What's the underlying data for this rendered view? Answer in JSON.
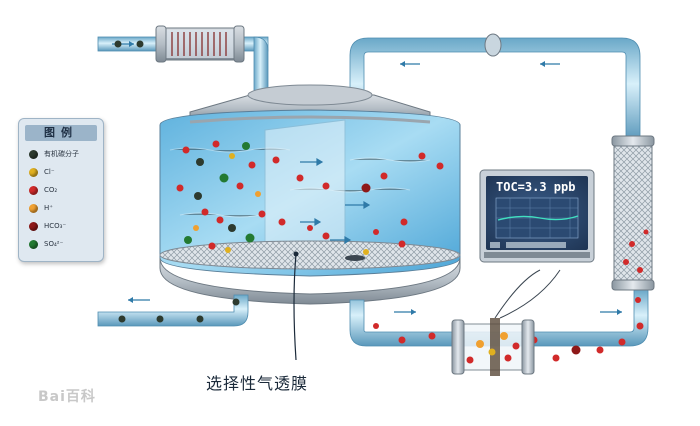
{
  "legend": {
    "title": "图例",
    "items": [
      {
        "label": "有机碳分子",
        "color": "#2d3a2e"
      },
      {
        "label": "Cl⁻",
        "color": "#e0b020"
      },
      {
        "label": "CO₂",
        "color": "#d12a2a"
      },
      {
        "label": "H⁺",
        "color": "#f0a030"
      },
      {
        "label": "HCO₃⁻",
        "color": "#8e1818"
      },
      {
        "label": "SO₄²⁻",
        "color": "#237a32"
      }
    ]
  },
  "monitor": {
    "reading": "TOC=3.3 ppb"
  },
  "membrane_label": "选择性气透膜",
  "watermark": "Bai百科"
}
